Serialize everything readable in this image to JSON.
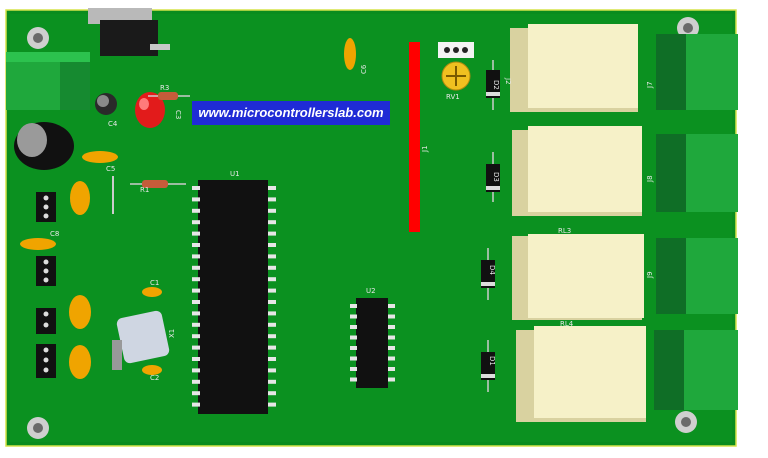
{
  "banner": {
    "text": "www.microcontrollerslab.com"
  },
  "designators": {
    "u1": "U1",
    "u2": "U2",
    "j1": "J1",
    "j2": "J2",
    "j7": "J7",
    "j8": "J8",
    "j9": "J9",
    "rv1": "RV1",
    "d2": "D2",
    "d3": "D3",
    "d4": "D4",
    "d1": "D1",
    "rl3": "RL3",
    "rl4": "RL4",
    "r3": "R3",
    "r1": "R1",
    "c3": "C3",
    "c4": "C4",
    "c5": "C5",
    "c6": "C6",
    "c8": "C8",
    "c1": "C1",
    "c2": "C2",
    "x1": "X1"
  },
  "colors": {
    "board": "#0a8c1e",
    "board_edge": "#d6e44a",
    "trace_dark": "#077418",
    "chip": "#111111",
    "pin": "#e6e6e6",
    "relay_body": "#f6f1c8",
    "terminal": "#1fa83c",
    "electrolytic_cap": "#f0a400",
    "header_strip": "#ff0000",
    "banner_bg": "#1f2bd6"
  }
}
